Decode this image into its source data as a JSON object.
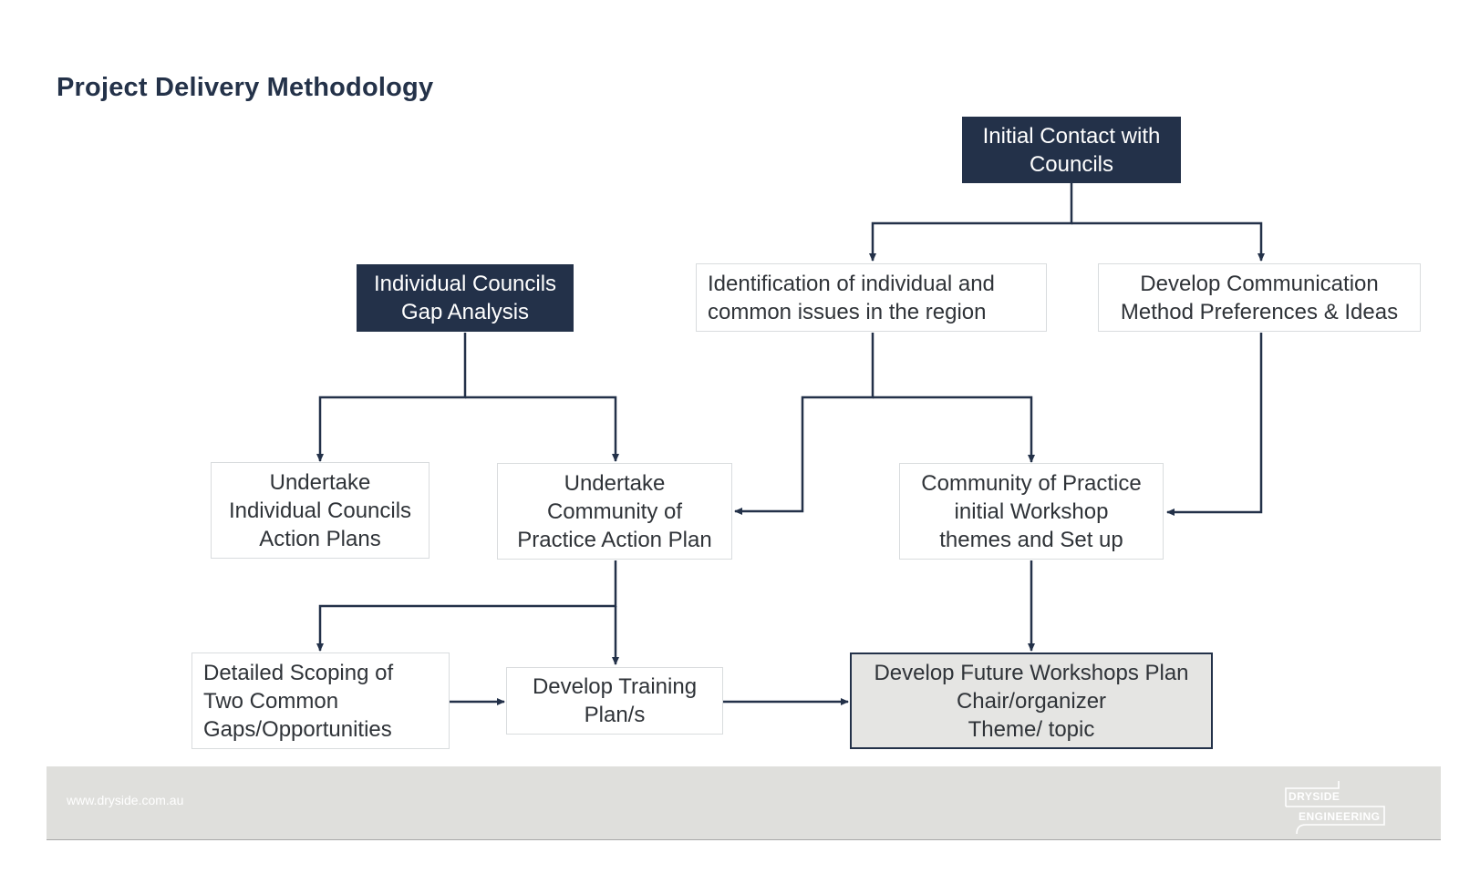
{
  "title": "Project Delivery Methodology",
  "nodes": {
    "initial_contact": [
      "Initial Contact with",
      "Councils"
    ],
    "gap_analysis": [
      "Individual Councils",
      "Gap Analysis"
    ],
    "identification": [
      "Identification of individual and",
      "common issues in the region"
    ],
    "communication": [
      "Develop Communication",
      "Method Preferences & Ideas"
    ],
    "individual_action": [
      "Undertake",
      "Individual Councils",
      "Action Plans"
    ],
    "cop_action": [
      "Undertake",
      "Community of",
      "Practice Action Plan"
    ],
    "cop_workshop": [
      "Community of Practice",
      "initial Workshop",
      "themes and Set up"
    ],
    "detailed_scoping": [
      "Detailed Scoping of",
      "Two Common",
      "Gaps/Opportunities"
    ],
    "training_plan": [
      "Develop Training",
      "Plan/s"
    ],
    "future_workshops": [
      "Develop Future Workshops Plan",
      "Chair/organizer",
      "Theme/ topic"
    ]
  },
  "footer": {
    "url": "www.dryside.com.au",
    "logo_line1": "DRYSIDE",
    "logo_line2": "ENGINEERING"
  },
  "colors": {
    "dark_box": "#233149",
    "connector": "#233149",
    "footer_bg": "#dfdfdc",
    "highlight_box": "#e5e5e3"
  }
}
